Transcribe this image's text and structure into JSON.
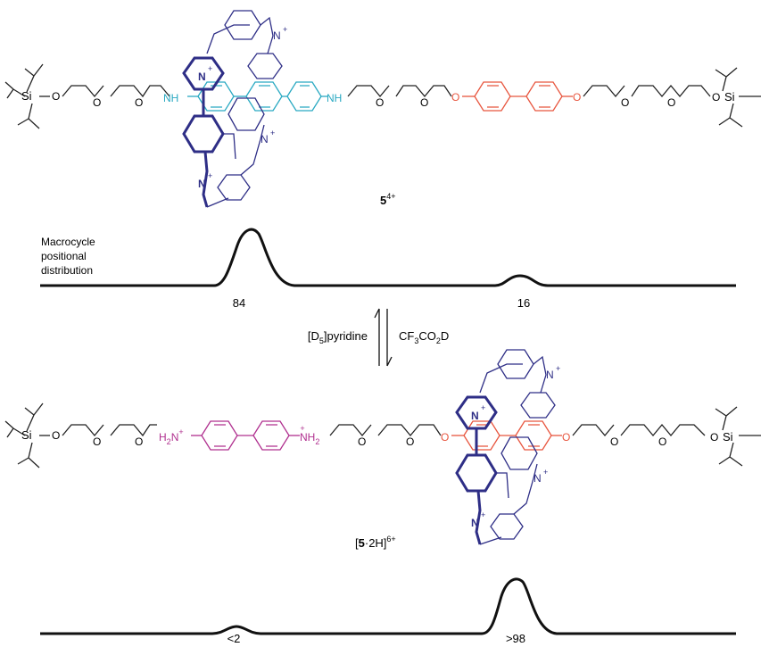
{
  "colors": {
    "chain": "#222222",
    "aniline": "#29a9c2",
    "biphenol": "#e8563f",
    "ammonium": "#b0308f",
    "ring": "#2e2e86",
    "curve": "#111111"
  },
  "top": {
    "silyl_left": "Si",
    "silyl_right": "Si",
    "o_labels": [
      "O",
      "O",
      "O",
      "O",
      "O",
      "O",
      "O",
      "O",
      "O"
    ],
    "nh_left": "NH",
    "nh_right": "NH",
    "compound": {
      "num": "5",
      "charge": "4+"
    },
    "curve_label": [
      "Macrocycle",
      "positional",
      "distribution"
    ],
    "values": [
      "84",
      "16"
    ]
  },
  "equilibrium": {
    "left_reagent": {
      "pre": "[D",
      "sub": "5",
      "post": "]pyridine"
    },
    "right_reagent": {
      "pre": "CF",
      "sub1": "3",
      "mid": "CO",
      "sub2": "2",
      "post": "D"
    }
  },
  "bottom": {
    "silyl_left": "Si",
    "silyl_right": "Si",
    "o_labels": [
      "O",
      "O",
      "O",
      "O",
      "O",
      "O",
      "O",
      "O",
      "O"
    ],
    "nh2_left": {
      "main": "H",
      "sub": "2",
      "tail": "N",
      "sup": "+"
    },
    "nh2_right": {
      "main": "NH",
      "sub": "2",
      "sup": "+"
    },
    "compound": {
      "pre": "[",
      "num": "5",
      "mid": "·2H]",
      "charge": "6+"
    },
    "values": [
      "<2",
      ">98"
    ]
  },
  "n_plus": "N",
  "plus": "+"
}
